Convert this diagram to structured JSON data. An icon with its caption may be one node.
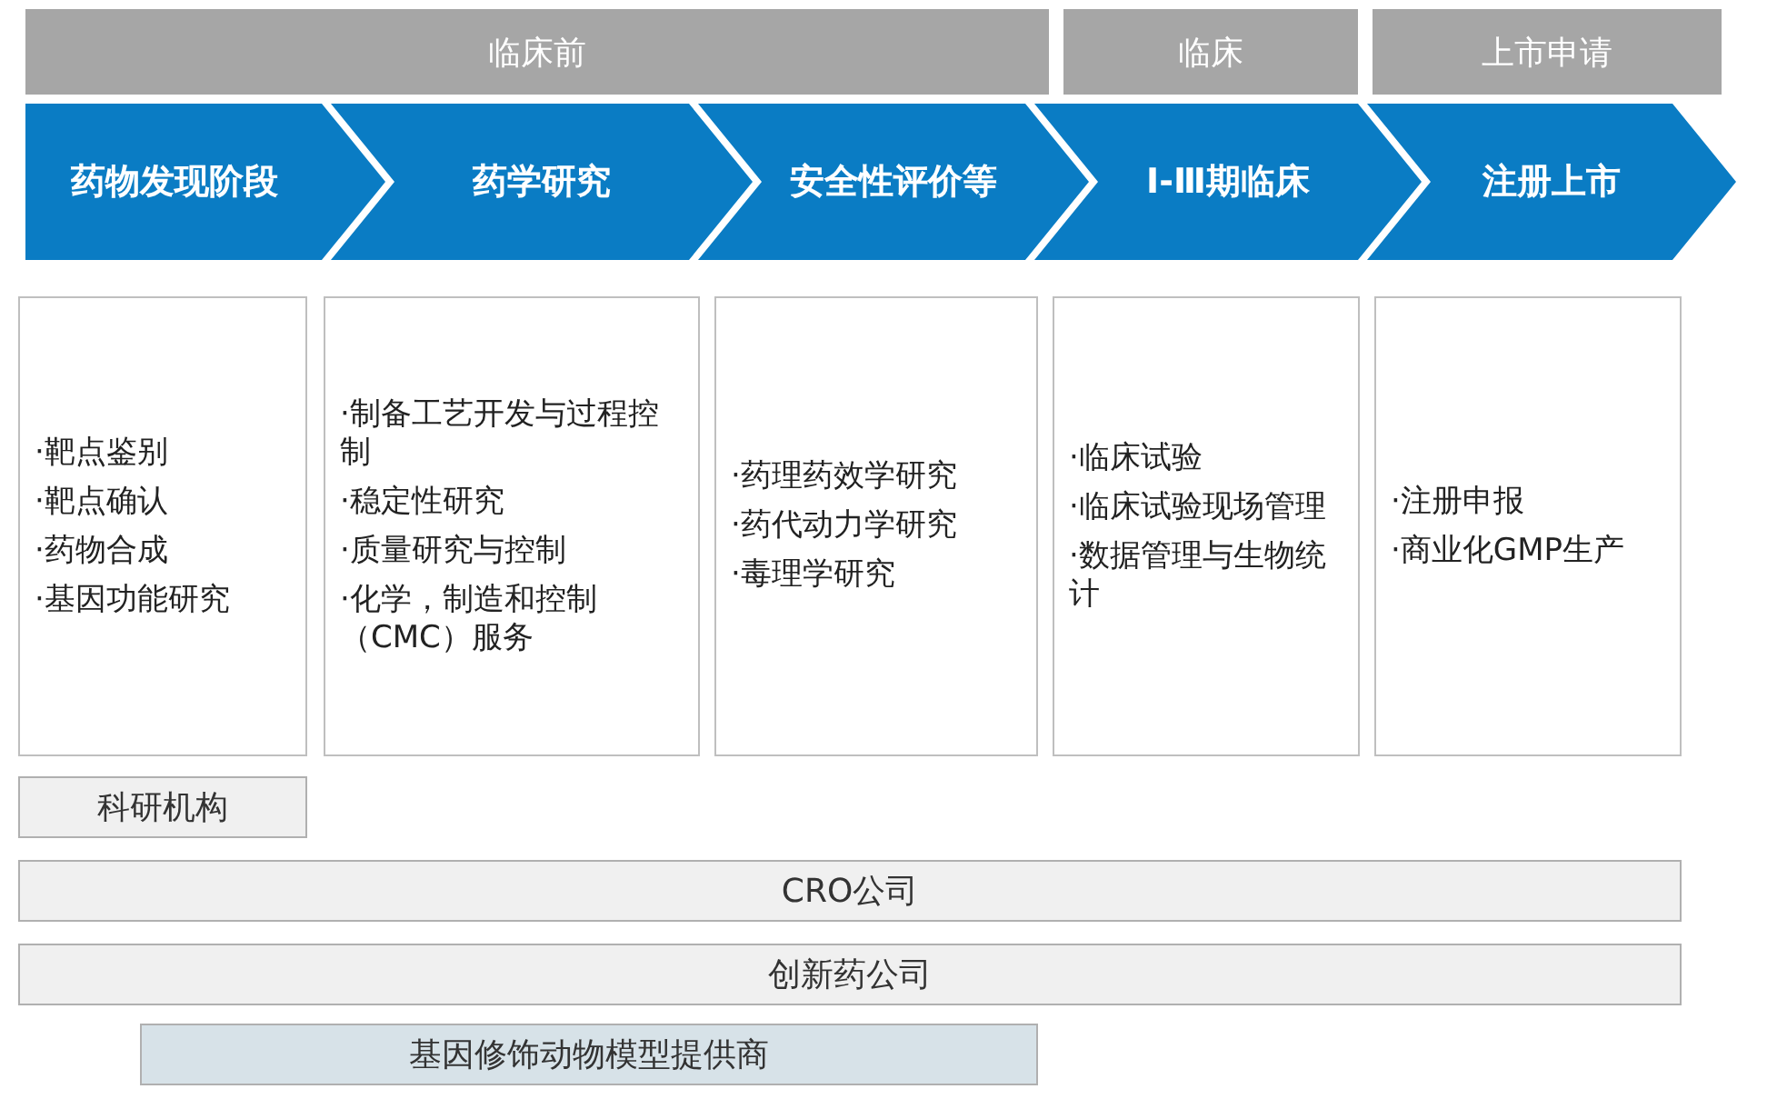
{
  "diagram": {
    "nodes": [
      {
        "text": [
          "临床前"
        ]
      },
      {
        "text": [
          "临床"
        ]
      },
      {
        "text": [
          "上市申请"
        ]
      },
      {
        "text": [
          "药物发现阶段"
        ]
      },
      {
        "text": [
          "药学研究"
        ]
      },
      {
        "text": [
          "安全性评价等"
        ]
      },
      {
        "text": [
          "Ⅰ-Ⅲ期临床"
        ]
      },
      {
        "text": [
          "注册上市"
        ]
      },
      {
        "text": [
          "·靶点鉴别",
          "·靶点确认",
          "·药物合成",
          "·基因功能研究"
        ]
      },
      {
        "text": [
          "·制备工艺开发与过程控制",
          "·稳定性研究",
          "·质量研究与控制",
          "·化学，制造和控制（CMC）服务"
        ]
      },
      {
        "text": [
          "·药理药效学研究",
          "·药代动力学研究",
          "·毒理学研究"
        ]
      },
      {
        "text": [
          "·临床试验",
          "·临床试验现场管理",
          "·数据管理与生物统计"
        ]
      },
      {
        "text": [
          "·注册申报",
          "·商业化GMP生产"
        ]
      },
      {
        "text": [
          "科研机构"
        ]
      },
      {
        "text": [
          "CRO公司"
        ]
      },
      {
        "text": [
          "创新药公司"
        ]
      },
      {
        "text": [
          "基因修饰动物模型提供商"
        ]
      }
    ]
  }
}
